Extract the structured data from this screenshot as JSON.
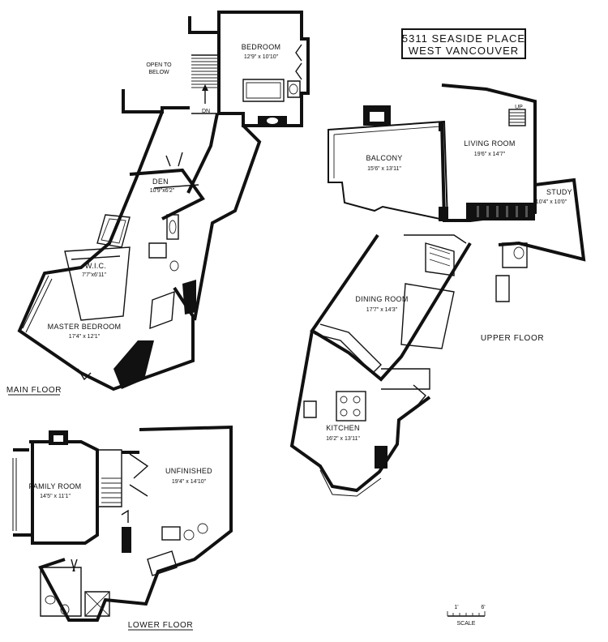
{
  "title": {
    "line1": "5311 SEASIDE PLACE",
    "line2": "WEST VANCOUVER"
  },
  "floors": {
    "main": "MAIN FLOOR",
    "upper": "UPPER FLOOR",
    "lower": "LOWER FLOOR"
  },
  "rooms": {
    "bedroom": {
      "name": "BEDROOM",
      "size": "12'9\" x 10'10\""
    },
    "den": {
      "name": "DEN",
      "size": "10'9\"x6'2\""
    },
    "wic": {
      "name": "W.I.C.",
      "size": "7'7\"x6'11\""
    },
    "master_bedroom": {
      "name": "MASTER BEDROOM",
      "size": "17'4\" x 12'1\""
    },
    "balcony": {
      "name": "BALCONY",
      "size": "15'6\" x 13'11\""
    },
    "living_room": {
      "name": "LIVING ROOM",
      "size": "19'6\" x 14'7\""
    },
    "study": {
      "name": "STUDY",
      "size": "10'4\" x 10'0\""
    },
    "dining_room": {
      "name": "DINING ROOM",
      "size": "17'7\" x 14'3\""
    },
    "kitchen": {
      "name": "KITCHEN",
      "size": "16'2\" x 13'11\""
    },
    "family_room": {
      "name": "FAMILY ROOM",
      "size": "14'5\" x 11'1\""
    },
    "unfinished": {
      "name": "UNFINISHED",
      "size": "19'4\" x 14'10\""
    }
  },
  "notes": {
    "open_line1": "OPEN TO",
    "open_line2": "BELOW",
    "stair_dn": "DN",
    "stair_up": "UP"
  },
  "scale": {
    "label": "SCALE",
    "start": "1'",
    "end": "6'"
  }
}
